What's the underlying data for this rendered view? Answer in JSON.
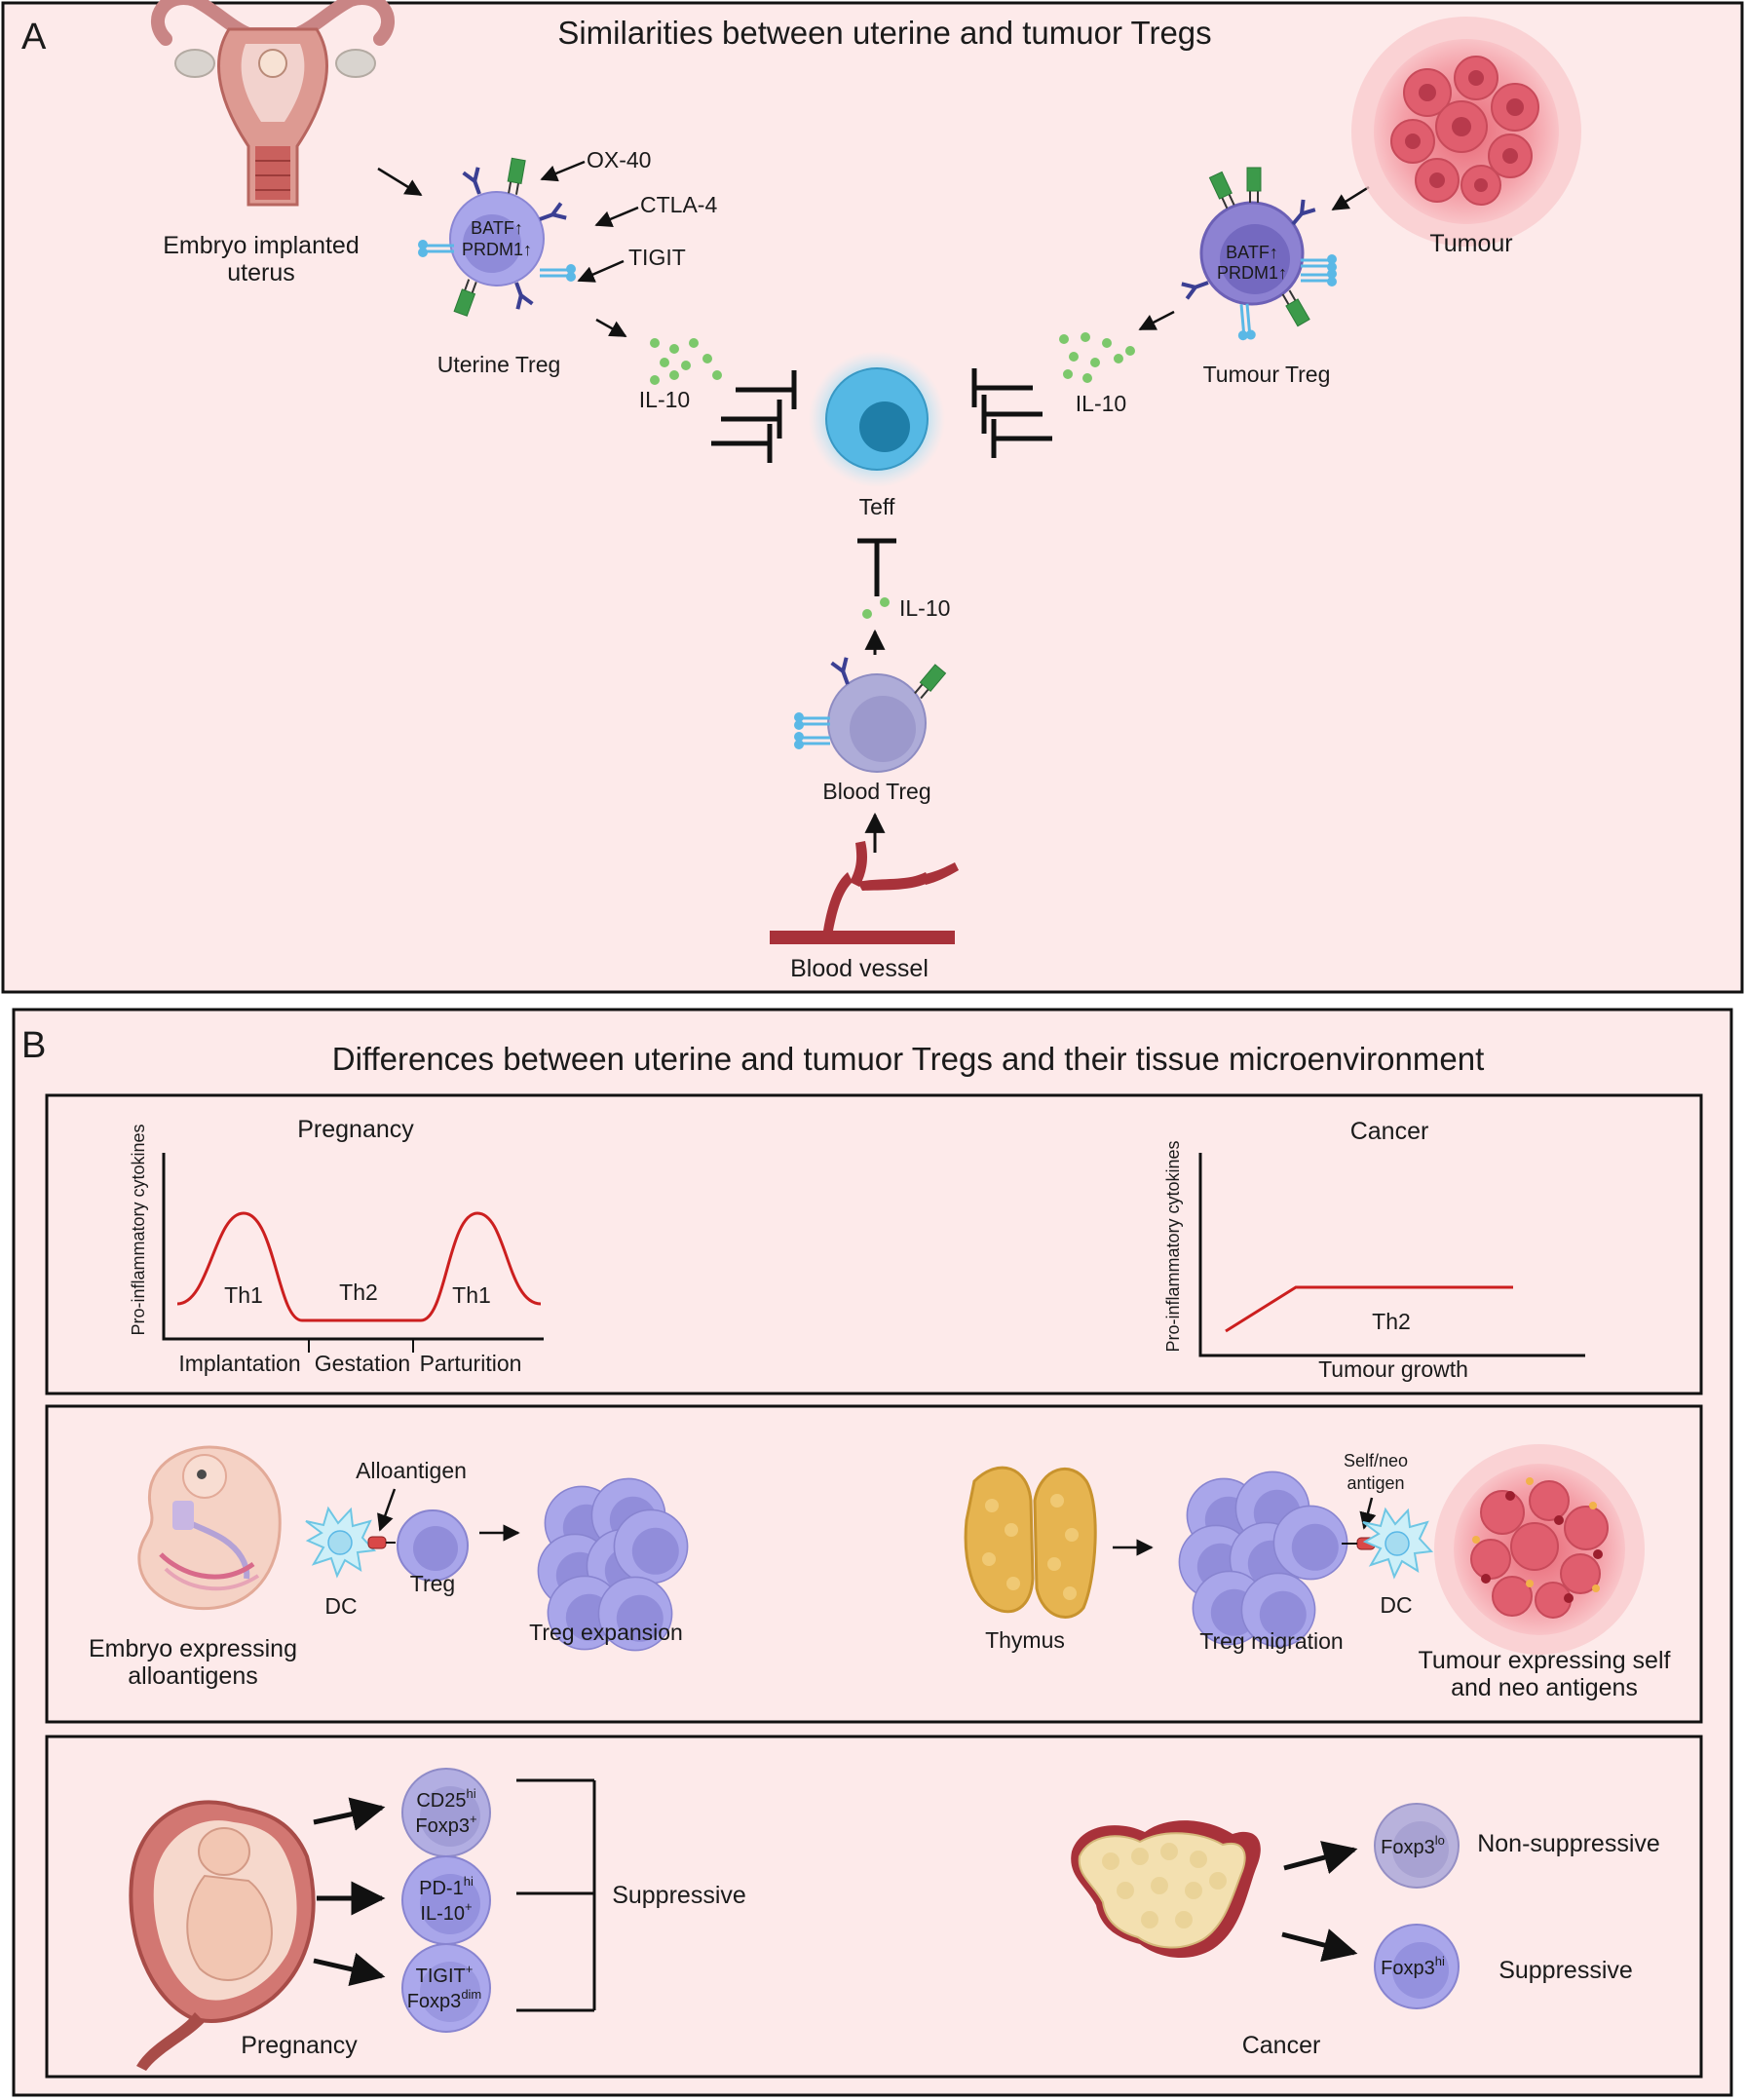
{
  "panel_a": {
    "letter": "A",
    "title": "Similarities between uterine and tumuor Tregs",
    "uterus_label_1": "Embryo implanted",
    "uterus_label_2": "uterus",
    "ox40": "OX-40",
    "ctla4": "CTLA-4",
    "tigit": "TIGIT",
    "batf": "BATF↑",
    "prdm1": "PRDM1↑",
    "uterine_treg": "Uterine Treg",
    "il10_left": "IL-10",
    "tumour_label": "Tumour",
    "tumour_treg": "Tumour Treg",
    "il10_right": "IL-10",
    "teff": "Teff",
    "il10_bottom": "IL-10",
    "blood_treg": "Blood Treg",
    "blood_vessel": "Blood vessel"
  },
  "panel_b": {
    "letter": "B",
    "title": "Differences between uterine and tumuor Tregs and their tissue microenvironment",
    "pregnancy_chart": {
      "title": "Pregnancy",
      "ylabel": "Pro-inflammatory cytokines",
      "phases": [
        "Implantation",
        "Gestation",
        "Parturition"
      ],
      "labels": [
        "Th1",
        "Th2",
        "Th1"
      ]
    },
    "cancer_chart": {
      "title": "Cancer",
      "ylabel": "Pro-inflammatory cytokines",
      "xlabel": "Tumour growth",
      "label": "Th2"
    },
    "row2": {
      "alloantigen": "Alloantigen",
      "dc_left": "DC",
      "treg": "Treg",
      "treg_expansion": "Treg expansion",
      "embryo_1": "Embryo expressing",
      "embryo_2": "alloantigens",
      "thymus": "Thymus",
      "treg_migration": "Treg migration",
      "selfneo_1": "Self/neo",
      "selfneo_2": "antigen",
      "dc_right": "DC",
      "tumour_1": "Tumour expressing self",
      "tumour_2": "and neo antigens"
    },
    "row3": {
      "cd25": "CD25",
      "cd25_sup": "hi",
      "foxp3a": "Foxp3",
      "foxp3a_sup": "+",
      "pd1": "PD-1",
      "pd1_sup": "hi",
      "il10": "IL-10",
      "il10_sup": "+",
      "tigit": "TIGIT",
      "tigit_sup": "+",
      "foxp3b": "Foxp3",
      "foxp3b_sup": "dim",
      "suppressive_left": "Suppressive",
      "pregnancy": "Pregnancy",
      "foxp3lo": "Foxp3",
      "foxp3lo_sup": "lo",
      "non_suppressive": "Non-suppressive",
      "foxp3hi": "Foxp3",
      "foxp3hi_sup": "hi",
      "suppressive_right": "Suppressive",
      "cancer": "Cancer"
    }
  },
  "colors": {
    "panel_bg": "#fdeaea",
    "curve": "#cc1f1f",
    "cell_purple": "#a9a6ea",
    "treg_dark": "#7b6fc4",
    "teff_blue": "#3aa9d9",
    "cytokine_green": "#7cc86b",
    "receptor_green": "#3c9a4a",
    "vessel": "#a8323a"
  }
}
